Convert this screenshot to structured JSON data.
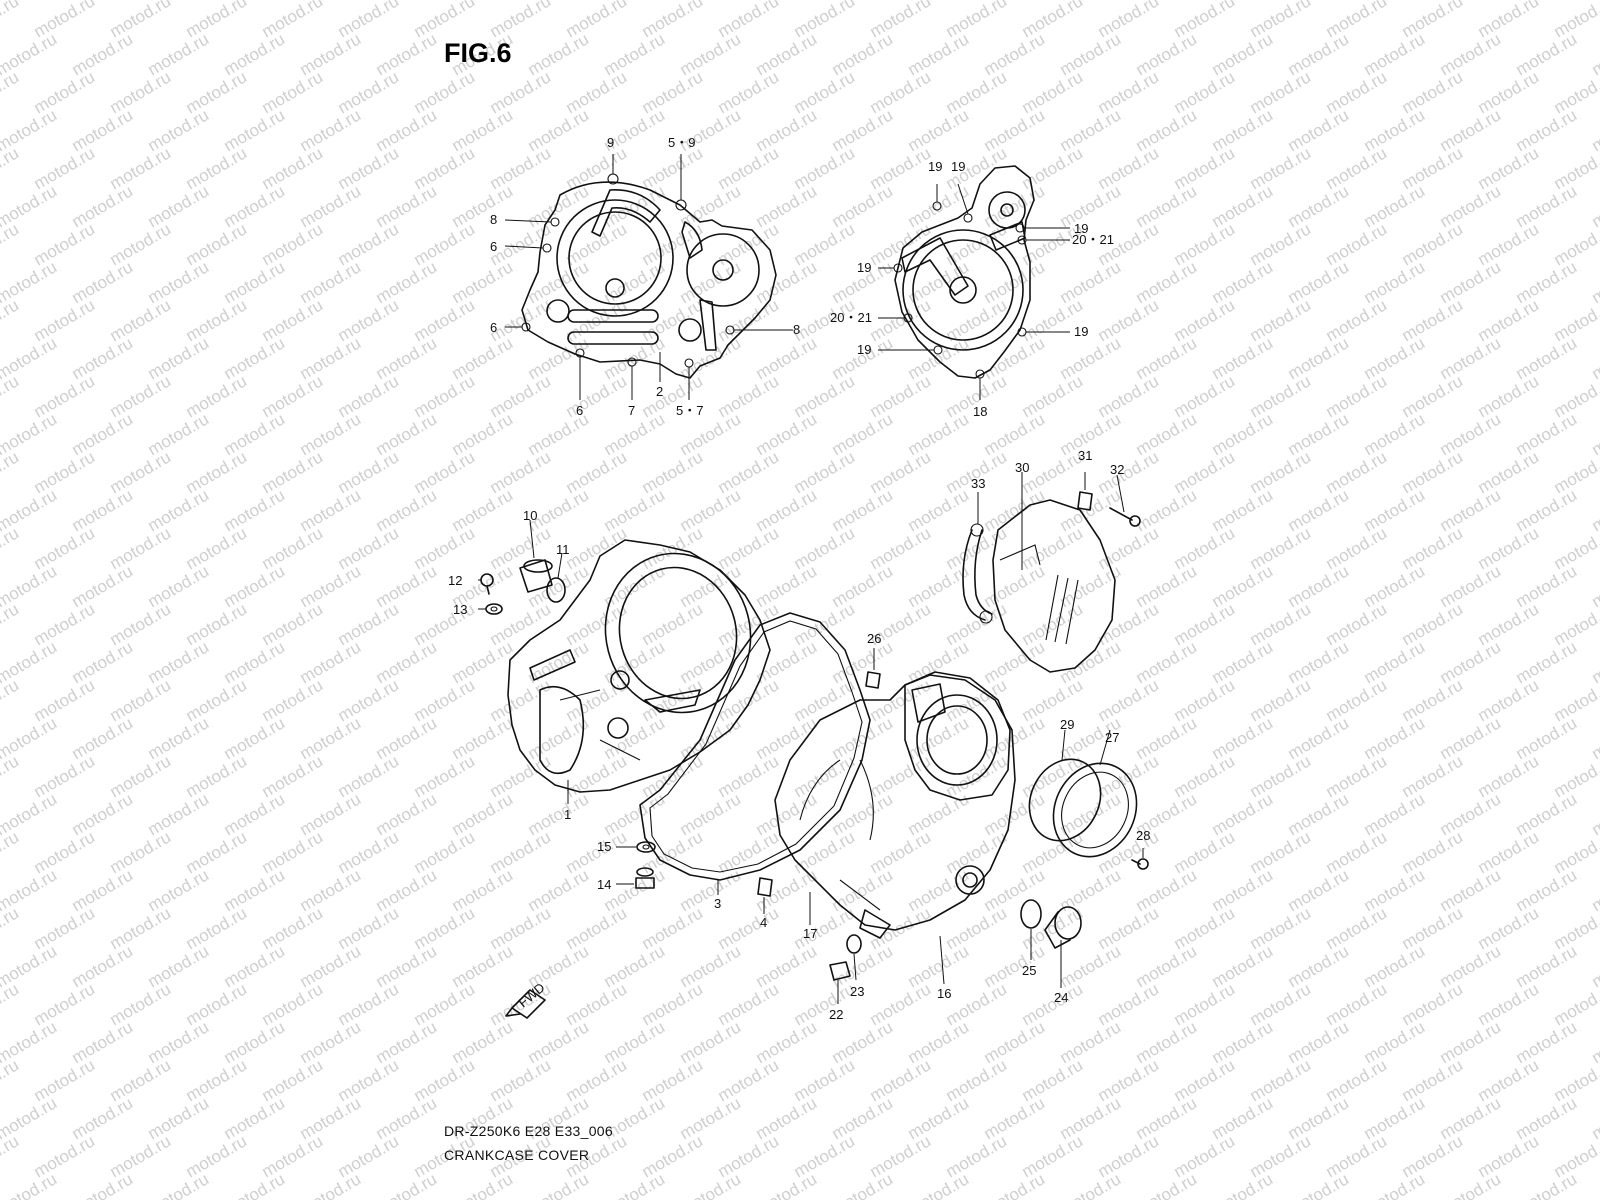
{
  "figure_title": "FIG.6",
  "caption": {
    "code": "DR-Z250K6 E28 E33_006",
    "name": "CRANKCASE COVER"
  },
  "watermark_text": "motod.ru",
  "direction_badge": "FWD",
  "callouts": [
    {
      "id": "c-9",
      "text": "9"
    },
    {
      "id": "c-5-9",
      "text": "5・9"
    },
    {
      "id": "c-8a",
      "text": "8"
    },
    {
      "id": "c-6a",
      "text": "6"
    },
    {
      "id": "c-6b",
      "text": "6"
    },
    {
      "id": "c-8b",
      "text": "8"
    },
    {
      "id": "c-6c",
      "text": "6"
    },
    {
      "id": "c-7",
      "text": "7"
    },
    {
      "id": "c-2",
      "text": "2"
    },
    {
      "id": "c-5-7",
      "text": "5・7"
    },
    {
      "id": "c-19a",
      "text": "19"
    },
    {
      "id": "c-19b",
      "text": "19"
    },
    {
      "id": "c-19c",
      "text": "19"
    },
    {
      "id": "c-19d",
      "text": "19"
    },
    {
      "id": "c-20-21a",
      "text": "20・21"
    },
    {
      "id": "c-20-21b",
      "text": "20・21"
    },
    {
      "id": "c-19e",
      "text": "19"
    },
    {
      "id": "c-19f",
      "text": "19"
    },
    {
      "id": "c-18",
      "text": "18"
    },
    {
      "id": "c-33",
      "text": "33"
    },
    {
      "id": "c-30",
      "text": "30"
    },
    {
      "id": "c-31",
      "text": "31"
    },
    {
      "id": "c-32",
      "text": "32"
    },
    {
      "id": "c-10",
      "text": "10"
    },
    {
      "id": "c-11",
      "text": "11"
    },
    {
      "id": "c-12",
      "text": "12"
    },
    {
      "id": "c-13",
      "text": "13"
    },
    {
      "id": "c-1",
      "text": "1"
    },
    {
      "id": "c-26",
      "text": "26"
    },
    {
      "id": "c-29",
      "text": "29"
    },
    {
      "id": "c-27",
      "text": "27"
    },
    {
      "id": "c-15",
      "text": "15"
    },
    {
      "id": "c-14",
      "text": "14"
    },
    {
      "id": "c-28",
      "text": "28"
    },
    {
      "id": "c-3",
      "text": "3"
    },
    {
      "id": "c-4",
      "text": "4"
    },
    {
      "id": "c-17",
      "text": "17"
    },
    {
      "id": "c-25",
      "text": "25"
    },
    {
      "id": "c-23",
      "text": "23"
    },
    {
      "id": "c-16",
      "text": "16"
    },
    {
      "id": "c-24",
      "text": "24"
    },
    {
      "id": "c-22",
      "text": "22"
    }
  ]
}
